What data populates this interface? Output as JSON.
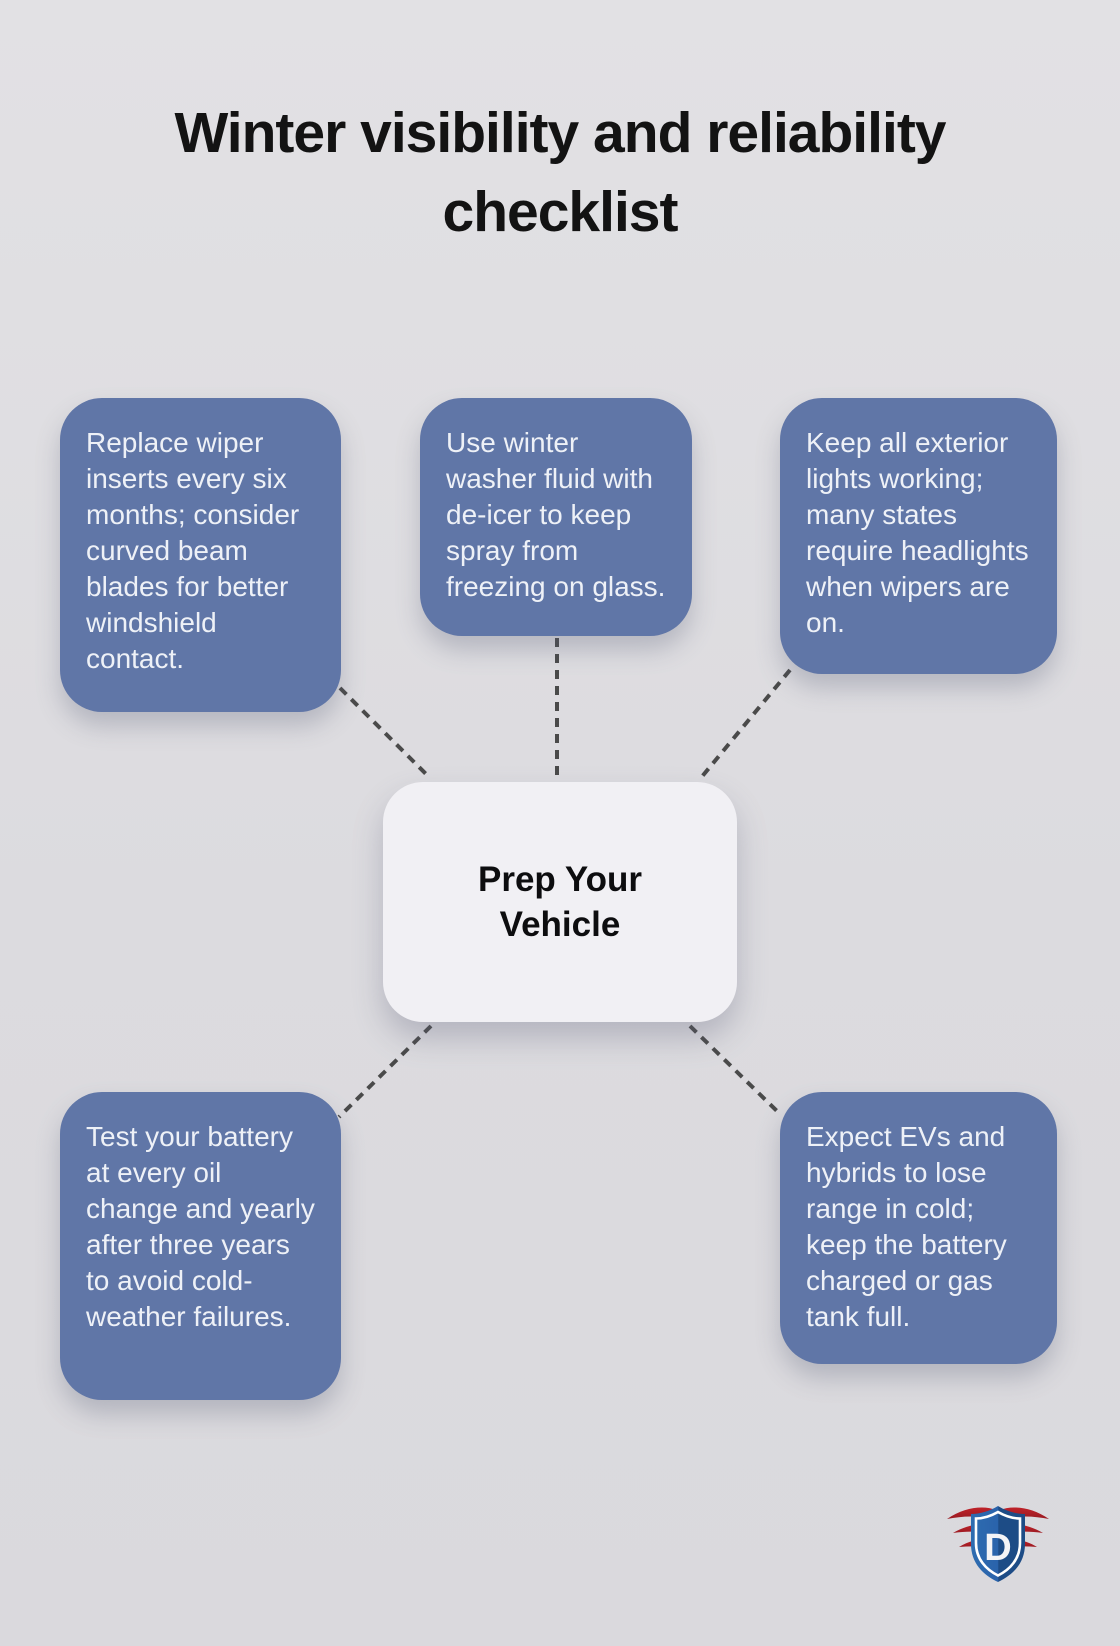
{
  "title": {
    "line1": "Winter visibility and reliability",
    "line2": "checklist"
  },
  "center_node": {
    "line1": "Prep Your",
    "line2": "Vehicle"
  },
  "nodes": [
    {
      "id": "wipers",
      "text": "Replace wiper inserts every six months; consider curved beam blades for better windshield contact."
    },
    {
      "id": "washer",
      "text": "Use winter washer fluid with de-icer to keep spray from freezing on glass."
    },
    {
      "id": "lights",
      "text": "Keep all exterior lights working; many states require headlights when wipers are on."
    },
    {
      "id": "battery",
      "text": "Test your battery at every oil change and yearly after three years to avoid cold-weather failures."
    },
    {
      "id": "ev",
      "text": "Expect EVs and hybrids to lose range in cold; keep the battery charged or gas tank full."
    }
  ],
  "logo": {
    "letter": "D"
  },
  "colors": {
    "background": "#dedde1",
    "node_bg": "#6076a7",
    "node_text": "#eef1f7",
    "center_node_bg": "#f1f0f4",
    "center_node_text": "#0d0d0f",
    "connector": "#4a4a4a",
    "title_text": "#131313",
    "logo_shield_blue": "#2a63ab",
    "logo_shield_dark_blue": "#1d4c86",
    "logo_wing_red": "#b01f26"
  }
}
